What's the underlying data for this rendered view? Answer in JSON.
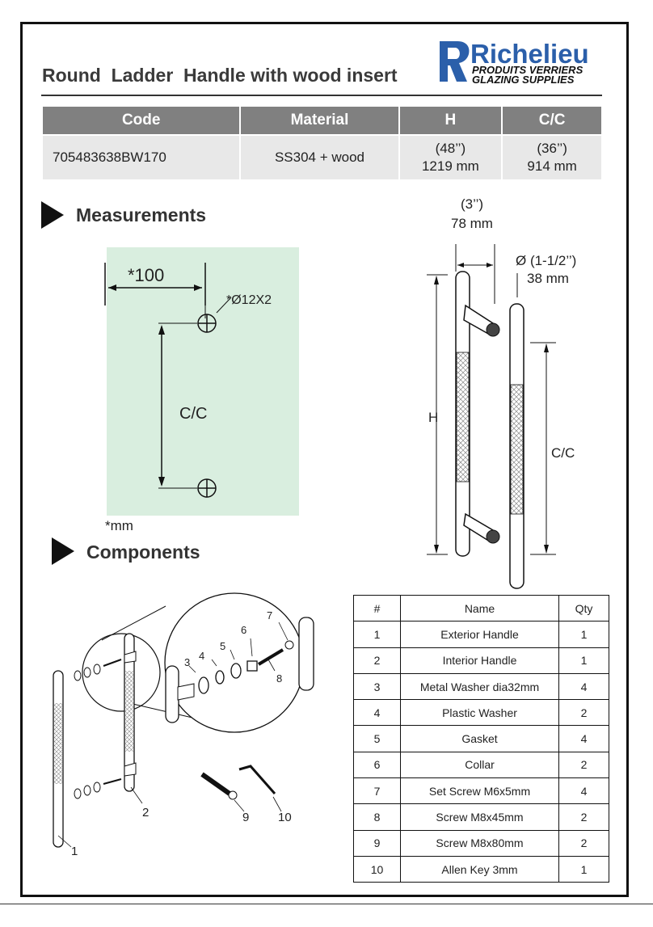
{
  "header": {
    "title": "Round  Ladder  Handle with wood insert",
    "logo": {
      "name": "Richelieu",
      "tagline1": "PRODUITS VERRIERS",
      "tagline2": "GLAZING SUPPLIES",
      "color": "#2b5faa"
    }
  },
  "spec_table": {
    "headers": [
      "Code",
      "Material",
      "H",
      "C/C"
    ],
    "row": {
      "code": "705483638BW170",
      "material": "SS304 + wood",
      "h_in": "(48’’)",
      "h_mm": "1219 mm",
      "cc_in": "(36’’)",
      "cc_mm": "914 mm"
    }
  },
  "measurements": {
    "title": "Measurements",
    "offset": "*100",
    "hole": "*Ø12X2",
    "cc_label": "C/C",
    "unit_note": "*mm",
    "panel_color": "#d9eedf"
  },
  "handle_dims": {
    "depth_in": "(3’’)",
    "depth_mm": "78 mm",
    "dia_in": "Ø (1-1/2’’)",
    "dia_mm": "38 mm",
    "h_label": "H",
    "cc_label": "C/C"
  },
  "components": {
    "title": "Components",
    "callouts": [
      "1",
      "2",
      "3",
      "4",
      "5",
      "6",
      "7",
      "8",
      "9",
      "10"
    ]
  },
  "parts_table": {
    "headers": [
      "#",
      "Name",
      "Qty"
    ],
    "rows": [
      {
        "num": "1",
        "name": "Exterior Handle",
        "qty": "1"
      },
      {
        "num": "2",
        "name": "Interior Handle",
        "qty": "1"
      },
      {
        "num": "3",
        "name": "Metal Washer dia32mm",
        "qty": "4"
      },
      {
        "num": "4",
        "name": "Plastic Washer",
        "qty": "2"
      },
      {
        "num": "5",
        "name": "Gasket",
        "qty": "4"
      },
      {
        "num": "6",
        "name": "Collar",
        "qty": "2"
      },
      {
        "num": "7",
        "name": "Set Screw M6x5mm",
        "qty": "4"
      },
      {
        "num": "8",
        "name": "Screw M8x45mm",
        "qty": "2"
      },
      {
        "num": "9",
        "name": "Screw M8x80mm",
        "qty": "2"
      },
      {
        "num": "10",
        "name": "Allen Key 3mm",
        "qty": "1"
      }
    ]
  }
}
